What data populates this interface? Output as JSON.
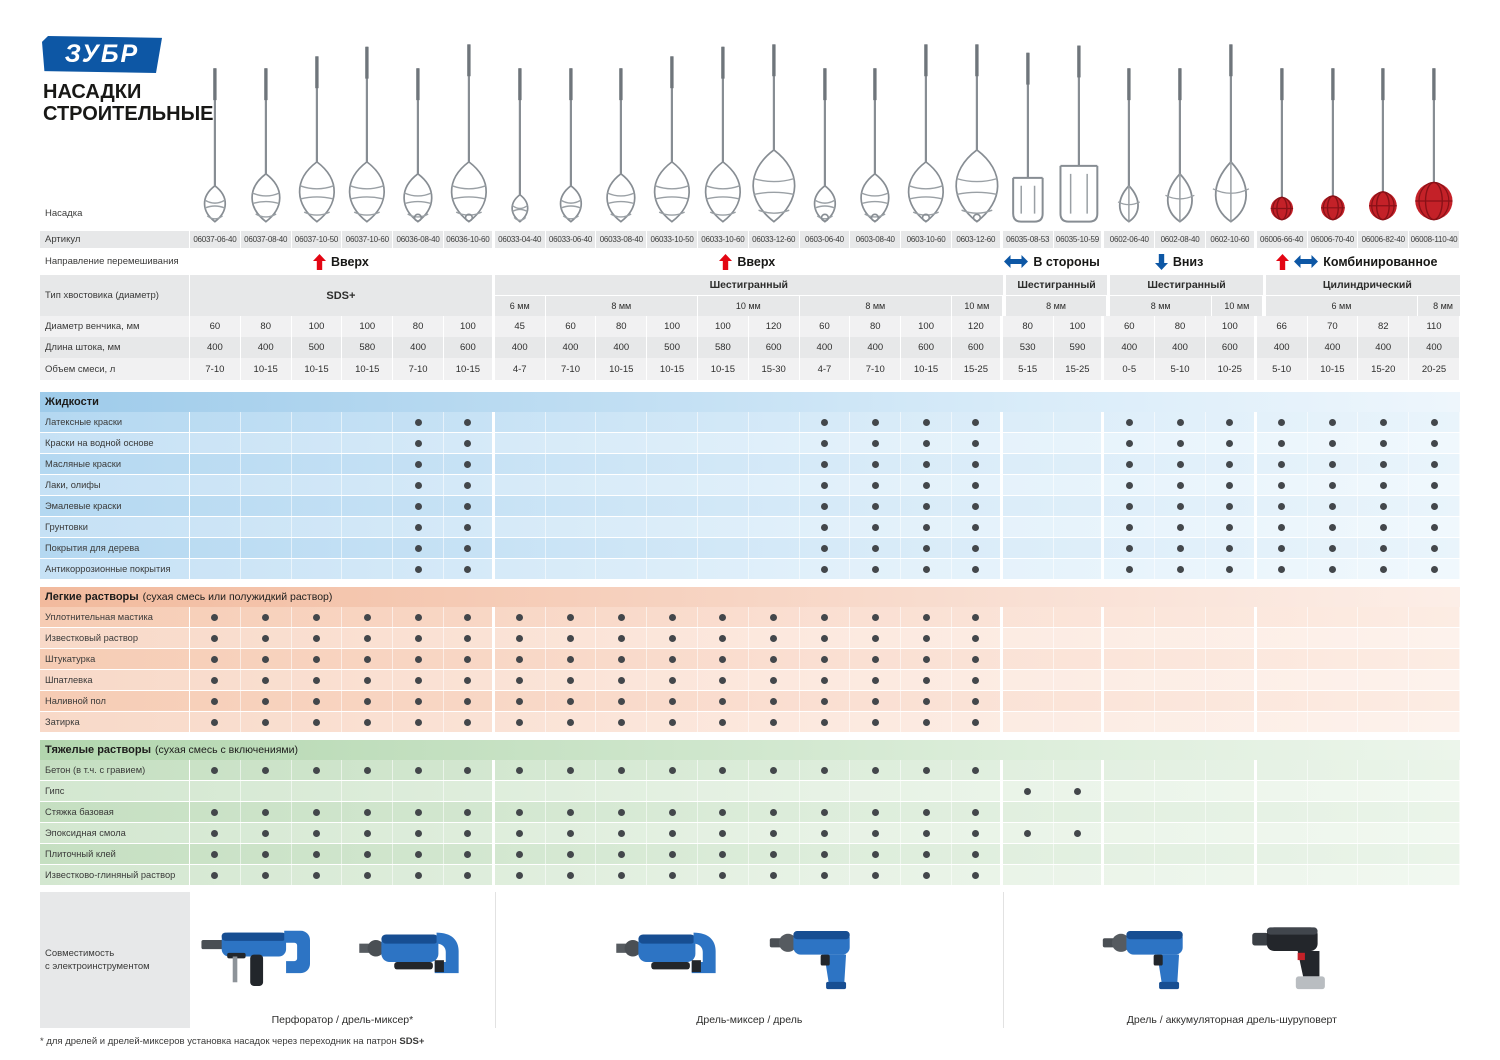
{
  "brand": {
    "logo": "ЗУБР",
    "title_line1": "НАСАДКИ",
    "title_line2": "СТРОИТЕЛЬНЫЕ"
  },
  "colors": {
    "brand_blue": "#0d57a5",
    "arrow_red": "#e30613",
    "arrow_blue": "#0d57a5",
    "dot": "#43474b",
    "mixer_red": "#c42128"
  },
  "row_labels": {
    "nasadka": "Насадка",
    "articul": "Артикул",
    "direction": "Направление перемешивания",
    "shank": "Тип хвостовика (диаметр)",
    "diameter": "Диаметр венчика, мм",
    "length": "Длина штока, мм",
    "volume": "Объем смеси, л",
    "compat_line1": "Совместимость",
    "compat_line2": "с электроинструментом"
  },
  "columns": [
    {
      "articul": "06037-06-40",
      "diameter": "60",
      "length": "400",
      "volume": "7-10",
      "mixer": "spiral-a"
    },
    {
      "articul": "06037-08-40",
      "diameter": "80",
      "length": "400",
      "volume": "10-15",
      "mixer": "spiral-a"
    },
    {
      "articul": "06037-10-50",
      "diameter": "100",
      "length": "500",
      "volume": "10-15",
      "mixer": "spiral-a"
    },
    {
      "articul": "06037-10-60",
      "diameter": "100",
      "length": "580",
      "volume": "10-15",
      "mixer": "spiral-a"
    },
    {
      "articul": "06036-08-40",
      "diameter": "80",
      "length": "400",
      "volume": "7-10",
      "mixer": "spiral-b"
    },
    {
      "articul": "06036-10-60",
      "diameter": "100",
      "length": "600",
      "volume": "10-15",
      "mixer": "spiral-b"
    },
    {
      "articul": "06033-04-40",
      "diameter": "45",
      "length": "400",
      "volume": "4-7",
      "mixer": "spiral-a"
    },
    {
      "articul": "06033-06-40",
      "diameter": "60",
      "length": "400",
      "volume": "7-10",
      "mixer": "spiral-a"
    },
    {
      "articul": "06033-08-40",
      "diameter": "80",
      "length": "400",
      "volume": "10-15",
      "mixer": "spiral-a"
    },
    {
      "articul": "06033-10-50",
      "diameter": "100",
      "length": "500",
      "volume": "10-15",
      "mixer": "spiral-a"
    },
    {
      "articul": "06033-10-60",
      "diameter": "100",
      "length": "580",
      "volume": "10-15",
      "mixer": "spiral-a"
    },
    {
      "articul": "06033-12-60",
      "diameter": "120",
      "length": "600",
      "volume": "15-30",
      "mixer": "spiral-a"
    },
    {
      "articul": "0603-06-40",
      "diameter": "60",
      "length": "400",
      "volume": "4-7",
      "mixer": "spiral-b"
    },
    {
      "articul": "0603-08-40",
      "diameter": "80",
      "length": "400",
      "volume": "7-10",
      "mixer": "spiral-b"
    },
    {
      "articul": "0603-10-60",
      "diameter": "100",
      "length": "600",
      "volume": "10-15",
      "mixer": "spiral-b"
    },
    {
      "articul": "0603-12-60",
      "diameter": "120",
      "length": "600",
      "volume": "15-25",
      "mixer": "spiral-b"
    },
    {
      "articul": "06035-08-53",
      "diameter": "80",
      "length": "530",
      "volume": "5-15",
      "mixer": "frame"
    },
    {
      "articul": "06035-10-59",
      "diameter": "100",
      "length": "590",
      "volume": "15-25",
      "mixer": "frame"
    },
    {
      "articul": "0602-06-40",
      "diameter": "60",
      "length": "400",
      "volume": "0-5",
      "mixer": "cage"
    },
    {
      "articul": "0602-08-40",
      "diameter": "80",
      "length": "400",
      "volume": "5-10",
      "mixer": "cage"
    },
    {
      "articul": "0602-10-60",
      "diameter": "100",
      "length": "600",
      "volume": "10-25",
      "mixer": "cage"
    },
    {
      "articul": "06006-66-40",
      "diameter": "66",
      "length": "400",
      "volume": "5-10",
      "mixer": "ball"
    },
    {
      "articul": "06006-70-40",
      "diameter": "70",
      "length": "400",
      "volume": "10-15",
      "mixer": "ball"
    },
    {
      "articul": "06006-82-40",
      "diameter": "82",
      "length": "400",
      "volume": "15-20",
      "mixer": "ball"
    },
    {
      "articul": "06008-110-40",
      "diameter": "110",
      "length": "400",
      "volume": "20-25",
      "mixer": "ball"
    }
  ],
  "direction_groups": [
    {
      "label": "Вверх",
      "arrows": [
        "up"
      ],
      "span": 6
    },
    {
      "label": "Вверх",
      "arrows": [
        "up"
      ],
      "span": 10
    },
    {
      "label": "В стороны",
      "arrows": [
        "lr"
      ],
      "span": 2
    },
    {
      "label": "Вниз",
      "arrows": [
        "down"
      ],
      "span": 3
    },
    {
      "label": "Комбинированное",
      "arrows": [
        "up",
        "lr"
      ],
      "span": 4
    }
  ],
  "shank_groups": [
    {
      "label": "SDS+",
      "span": 6,
      "subs": null
    },
    {
      "label": "Шестигранный",
      "span": 10,
      "subs": [
        {
          "label": "6 мм",
          "span": 1
        },
        {
          "label": "8 мм",
          "span": 3
        },
        {
          "label": "10 мм",
          "span": 2
        },
        {
          "label": "8 мм",
          "span": 3
        },
        {
          "label": "10 мм",
          "span": 1
        }
      ]
    },
    {
      "label": "Шестигранный",
      "span": 2,
      "subs": [
        {
          "label": "8 мм",
          "span": 2
        }
      ]
    },
    {
      "label": "Шестигранный",
      "span": 3,
      "subs": [
        {
          "label": "8 мм",
          "span": 2
        },
        {
          "label": "10 мм",
          "span": 1
        }
      ]
    },
    {
      "label": "Цилиндрический",
      "span": 4,
      "subs": [
        {
          "label": "6 мм",
          "span": 3
        },
        {
          "label": "8 мм",
          "span": 1
        }
      ]
    }
  ],
  "sections": [
    {
      "id": "liquids",
      "theme": "liq",
      "title": "Жидкости",
      "subtitle": "",
      "rows": [
        {
          "label": "Латексные краски",
          "dots": [
            5,
            6,
            13,
            14,
            15,
            16,
            19,
            20,
            21,
            22,
            23,
            24,
            25
          ]
        },
        {
          "label": "Краски на водной основе",
          "dots": [
            5,
            6,
            13,
            14,
            15,
            16,
            19,
            20,
            21,
            22,
            23,
            24,
            25
          ]
        },
        {
          "label": "Масляные краски",
          "dots": [
            5,
            6,
            13,
            14,
            15,
            16,
            19,
            20,
            21,
            22,
            23,
            24,
            25
          ]
        },
        {
          "label": "Лаки, олифы",
          "dots": [
            5,
            6,
            13,
            14,
            15,
            16,
            19,
            20,
            21,
            22,
            23,
            24,
            25
          ]
        },
        {
          "label": "Эмалевые краски",
          "dots": [
            5,
            6,
            13,
            14,
            15,
            16,
            19,
            20,
            21,
            22,
            23,
            24,
            25
          ]
        },
        {
          "label": "Грунтовки",
          "dots": [
            5,
            6,
            13,
            14,
            15,
            16,
            19,
            20,
            21,
            22,
            23,
            24,
            25
          ]
        },
        {
          "label": "Покрытия для дерева",
          "dots": [
            5,
            6,
            13,
            14,
            15,
            16,
            19,
            20,
            21,
            22,
            23,
            24,
            25
          ]
        },
        {
          "label": "Антикоррозионные покрытия",
          "dots": [
            5,
            6,
            13,
            14,
            15,
            16,
            19,
            20,
            21,
            22,
            23,
            24,
            25
          ]
        }
      ]
    },
    {
      "id": "light-mortars",
      "theme": "lig",
      "title": "Легкие растворы",
      "subtitle": "(сухая смесь или полужидкий раствор)",
      "rows": [
        {
          "label": "Уплотнительная мастика",
          "dots": [
            1,
            2,
            3,
            4,
            5,
            6,
            7,
            8,
            9,
            10,
            11,
            12,
            13,
            14,
            15,
            16
          ]
        },
        {
          "label": "Известковый раствор",
          "dots": [
            1,
            2,
            3,
            4,
            5,
            6,
            7,
            8,
            9,
            10,
            11,
            12,
            13,
            14,
            15,
            16
          ]
        },
        {
          "label": "Штукатурка",
          "dots": [
            1,
            2,
            3,
            4,
            5,
            6,
            7,
            8,
            9,
            10,
            11,
            12,
            13,
            14,
            15,
            16
          ]
        },
        {
          "label": "Шпатлевка",
          "dots": [
            1,
            2,
            3,
            4,
            5,
            6,
            7,
            8,
            9,
            10,
            11,
            12,
            13,
            14,
            15,
            16
          ]
        },
        {
          "label": "Наливной пол",
          "dots": [
            1,
            2,
            3,
            4,
            5,
            6,
            7,
            8,
            9,
            10,
            11,
            12,
            13,
            14,
            15,
            16
          ]
        },
        {
          "label": "Затирка",
          "dots": [
            1,
            2,
            3,
            4,
            5,
            6,
            7,
            8,
            9,
            10,
            11,
            12,
            13,
            14,
            15,
            16
          ]
        }
      ]
    },
    {
      "id": "heavy-mortars",
      "theme": "hev",
      "title": "Тяжелые растворы",
      "subtitle": "(сухая смесь с включениями)",
      "rows": [
        {
          "label": "Бетон (в т.ч. с гравием)",
          "dots": [
            1,
            2,
            3,
            4,
            5,
            6,
            7,
            8,
            9,
            10,
            11,
            12,
            13,
            14,
            15,
            16
          ]
        },
        {
          "label": "Гипс",
          "dots": [
            17,
            18
          ]
        },
        {
          "label": "Стяжка базовая",
          "dots": [
            1,
            2,
            3,
            4,
            5,
            6,
            7,
            8,
            9,
            10,
            11,
            12,
            13,
            14,
            15,
            16
          ]
        },
        {
          "label": "Эпоксидная смола",
          "dots": [
            1,
            2,
            3,
            4,
            5,
            6,
            7,
            8,
            9,
            10,
            11,
            12,
            13,
            14,
            15,
            16,
            17,
            18
          ]
        },
        {
          "label": "Плиточный клей",
          "dots": [
            1,
            2,
            3,
            4,
            5,
            6,
            7,
            8,
            9,
            10,
            11,
            12,
            13,
            14,
            15,
            16
          ]
        },
        {
          "label": "Известково-глиняный раствор",
          "dots": [
            1,
            2,
            3,
            4,
            5,
            6,
            7,
            8,
            9,
            10,
            11,
            12,
            13,
            14,
            15,
            16
          ]
        }
      ]
    }
  ],
  "compat_groups": [
    {
      "caption": "Перфоратор / дрель-миксер*",
      "span": 6,
      "tools": [
        "perforator",
        "mixer-drill"
      ]
    },
    {
      "caption": "Дрель-миксер / дрель",
      "span": 10,
      "tools": [
        "mixer-drill",
        "drill"
      ]
    },
    {
      "caption": "Дрель / аккумуляторная дрель-шуруповерт",
      "span": 9,
      "tools": [
        "drill",
        "cordless-screwdriver"
      ]
    }
  ],
  "footnote": {
    "text": "* для дрелей и дрелей-миксеров установка насадок через переходник на патрон ",
    "bold": "SDS+"
  }
}
